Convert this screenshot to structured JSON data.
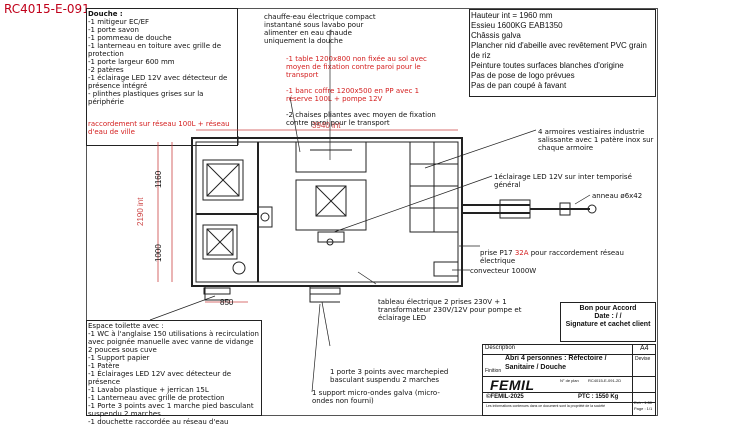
{
  "ref_code": "RC4015-E-091",
  "douche": {
    "title": "Douche :",
    "lines": "-1 mitigeur EC/EF\n-1 porte savon\n-1 pommeau de douche\n-1 lanterneau en toiture avec grille de protection\n-1 porte largeur 600 mm\n-2 patères\n-1 éclairage LED 12V avec détecteur de présence intégré\n- plinthes plastiques grises sur la périphérie",
    "red_note": "raccordement sur réseau 100L + réseau d'eau de ville"
  },
  "chauffe_eau": "chauffe-eau électrique compact instantané sous lavabo pour alimenter en eau chaude uniquement la douche",
  "tables": {
    "line1": "-1 table 1200x800 non fixée au sol avec moyen de fixation contre paroi pour le transport",
    "line2": "-1 banc coffre 1200x500 en PP avec 1 réserve 100L + pompe 12V",
    "line3": "-2 chaises pliantes avec moyen de fixation contre paroi pour le transport"
  },
  "specs": [
    "Hauteur int = 1960 mm",
    "Essieu 1600KG EAB1350",
    "Châssis galva",
    "Plancher nid d'abeille avec revêtement PVC grain de riz",
    "Peinture toutes surfaces blanches d'origine",
    "Pas de pose de logo prévues",
    "Pas de pan coupé à favant"
  ],
  "dimensions": {
    "length": "3940 int",
    "height": "2190 int",
    "dim_1160": "1160",
    "dim_1000": "1000",
    "dim_850": "850"
  },
  "annotations": {
    "armoires": "4 armoires vestiaires industrie salissante avec 1 patère inox sur chaque armoire",
    "eclairage": "1éclairage LED 12V sur inter temporisé général",
    "anneau": "anneau ø6x42",
    "prise_pre": "prise P17 ",
    "prise_red": "32A",
    "prise_post": " pour raccordement réseau électrique",
    "convecteur": "convecteur 1000W",
    "tableau": "tableau électrique 2 prises 230V + 1 transformateur 230V/12V pour pompe et éclairage LED",
    "porte3_a": "1 porte 3 points avec marchepied basculant suspendu 2 marches",
    "support": "1 support micro-ondes galva (micro-ondes non fourni)"
  },
  "toilette": {
    "title": "Espace toilette avec :",
    "lines": "-1 WC à l'anglaise 150 utilisations à recirculation avec poignée manuelle avec vanne de vidange 2 pouces sous cuve\n-1 Support papier\n-1 Patère\n-1 Éclairages LED 12V avec détecteur de présence\n-1 Lavabo plastique + jerrican 15L\n-1 Lanterneau avec grille de protection\n-1 Porte 3 points avec 1 marche pied basculant suspendu 2 marches\n-1 douchette raccordée au réseau d'eau"
  },
  "accord": {
    "l1": "Bon pour Accord",
    "l2": "Date :   /   /",
    "l3": "Signature et cachet client"
  },
  "cartouche": {
    "description_label": "Description",
    "format": "A4",
    "title": "Abri 4 personnes : Réfectoire / Sanitaire / Douche",
    "finition_label": "Finition",
    "devise": "Devise",
    "brand": "FEMIL",
    "ref_label": "N° de plan",
    "ref_value": "RC4015-E-091-2D",
    "copyright": "©FEMIL-2025",
    "ptc": "PTC : 1550 Kg",
    "echelle": "Ech : 1:50",
    "page": "Page : 1/1",
    "footer": "Les informations contenues dans ce document sont la propriété de la société"
  },
  "colors": {
    "ref": "#c0001a",
    "red": "#d42020",
    "line": "#222222",
    "brand": "#111111"
  }
}
